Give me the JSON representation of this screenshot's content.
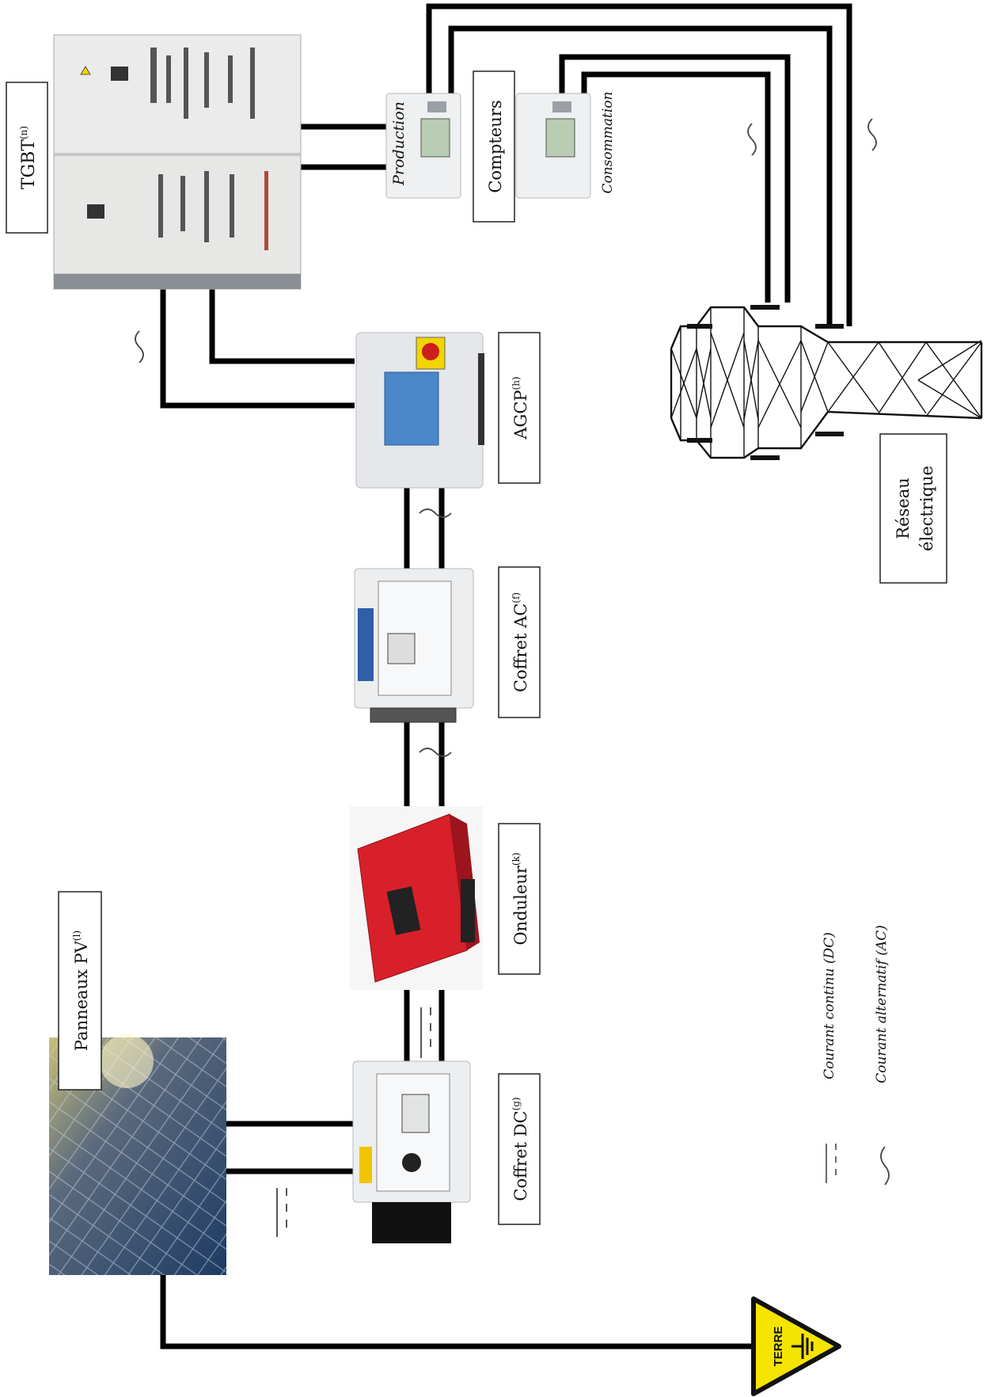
{
  "components": {
    "tgbt": {
      "label": "TGBT",
      "sup": "(n)"
    },
    "compteurs": {
      "label": "Compteurs",
      "production": "Production",
      "consommation": "Consommation"
    },
    "agcp": {
      "label": "AGCP",
      "sup": "(h)"
    },
    "coffret_ac": {
      "label": "Coffret AC",
      "sup": "(f)"
    },
    "onduleur": {
      "label": "Onduleur",
      "sup": "(k)"
    },
    "coffret_dc": {
      "label": "Coffret DC",
      "sup": "(g)"
    },
    "panneaux": {
      "label": "Panneaux PV",
      "sup": "(l)"
    },
    "reseau": {
      "line1": "Réseau",
      "line2": "électrique"
    },
    "terre": {
      "label": "TERRE"
    }
  },
  "legend": {
    "dc": {
      "symbol": "dc-symbol",
      "label": "Courant continu (DC)"
    },
    "ac": {
      "symbol": "ac-symbol",
      "label": "Courant alternatif (AC)"
    }
  },
  "colors": {
    "wire": "#000000",
    "inverter_red": "#d8202a",
    "panel_blue": "#1d3b63",
    "box_grey": "#e9eaec",
    "agcp_blue": "#4a86c8",
    "terre_yellow": "#f5e400"
  }
}
